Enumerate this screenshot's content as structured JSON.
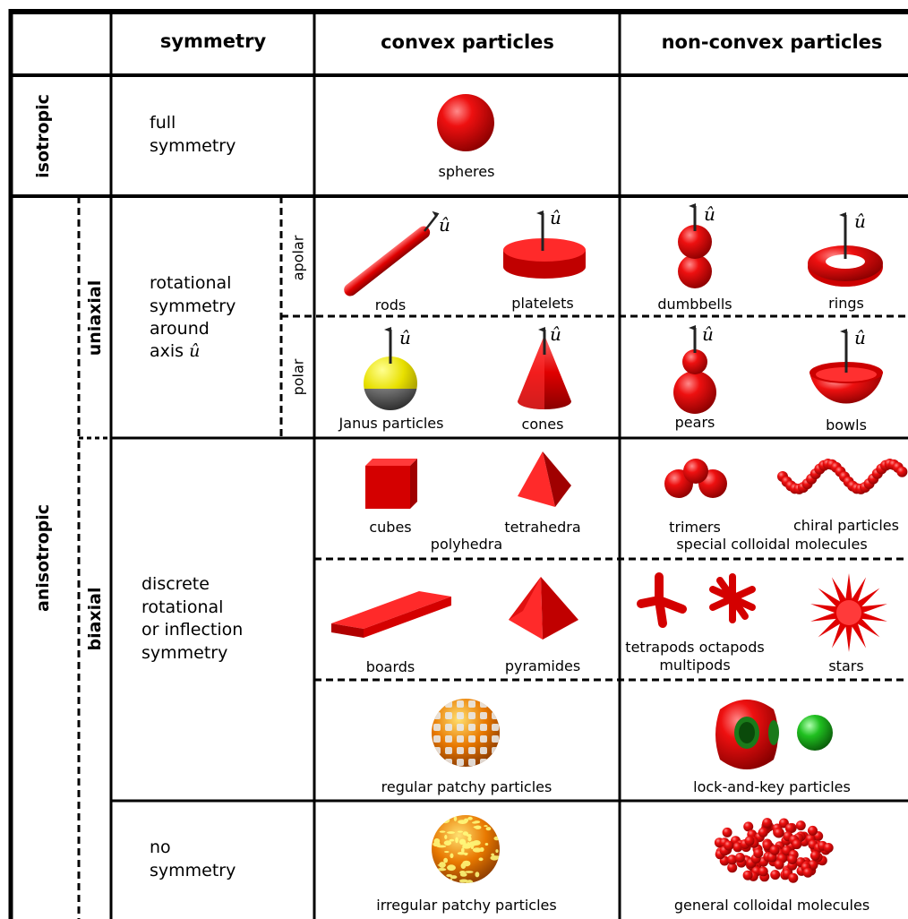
{
  "headers": {
    "symmetry": "symmetry",
    "convex": "convex particles",
    "nonconvex": "non-convex particles"
  },
  "row_labels": {
    "isotropic": "isotropic",
    "anisotropic": "anisotropic",
    "uniaxial": "uniaxial",
    "biaxial": "biaxial",
    "apolar": "apolar",
    "polar": "polar"
  },
  "symmetry_texts": {
    "full": "full\nsymmetry",
    "rotational": "rotational\nsymmetry\naround",
    "axis": "axis",
    "discrete": "discrete\nrotational\nor inflection\nsymmetry",
    "none": "no\nsymmetry"
  },
  "axis_symbol": "û",
  "particles": {
    "spheres": "spheres",
    "rods": "rods",
    "platelets": "platelets",
    "dumbbells": "dumbbells",
    "rings": "rings",
    "janus": "Janus particles",
    "cones": "cones",
    "pears": "pears",
    "bowls": "bowls",
    "cubes": "cubes",
    "tetrahedra": "tetrahedra",
    "polyhedra": "polyhedra",
    "trimers": "trimers",
    "chiral": "chiral particles",
    "special": "special colloidal molecules",
    "boards": "boards",
    "pyramides": "pyramides",
    "tetrapods_octapods": "tetrapods octapods",
    "multipods": "multipods",
    "stars": "stars",
    "regular_patchy": "regular patchy particles",
    "lock_key": "lock-and-key particles",
    "irregular_patchy": "irregular patchy particles",
    "general_colloidal": "general colloidal molecules"
  },
  "colors": {
    "particle_red": "#e00000",
    "dark_red": "#8a0000",
    "janus_yellow": "#e8e000",
    "patch_orange": "#e87800",
    "key_green": "#20c020",
    "grid": "#000000"
  }
}
